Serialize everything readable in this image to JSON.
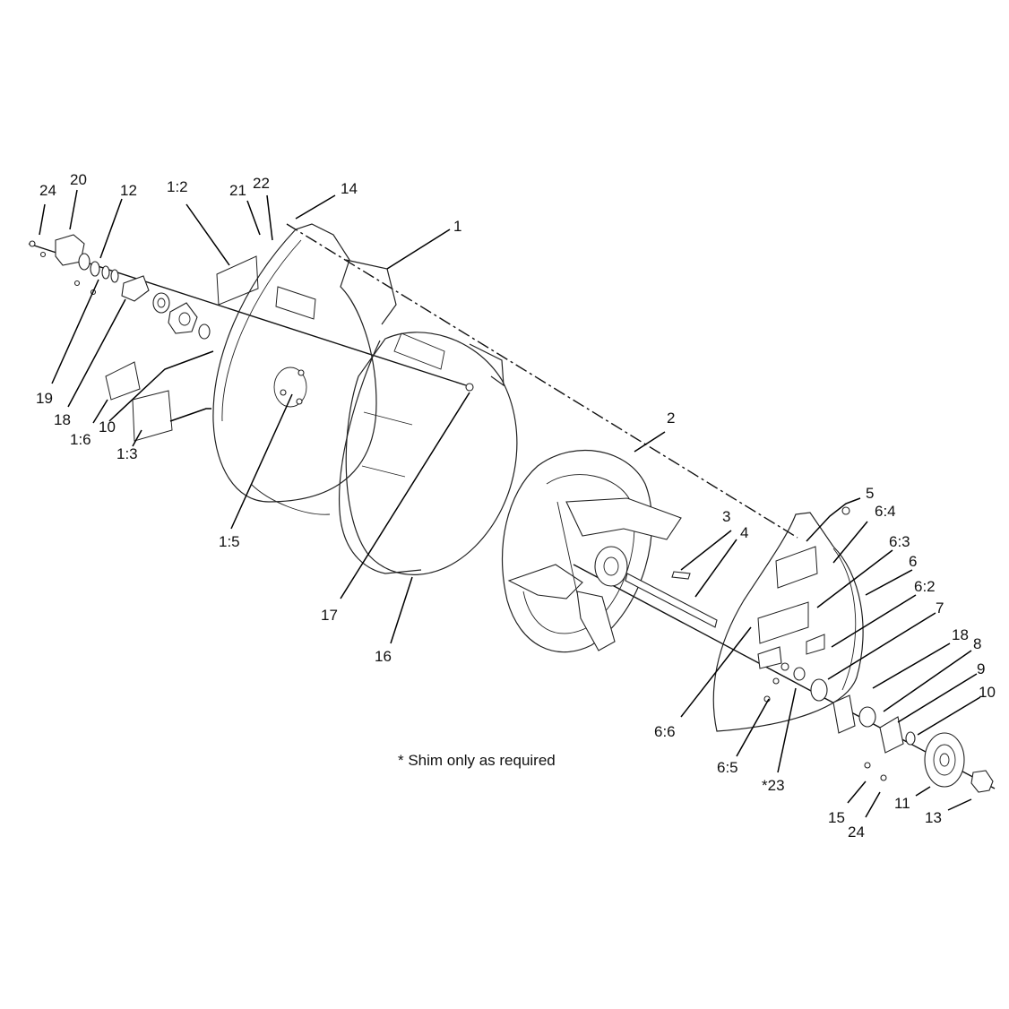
{
  "diagram": {
    "note": "* Shim only as required",
    "callouts": {
      "c24a": "24",
      "c20": "20",
      "c12": "12",
      "c1_2": "1:2",
      "c21": "21",
      "c22": "22",
      "c14": "14",
      "c1": "1",
      "c19": "19",
      "c18a": "18",
      "c1_6": "1:6",
      "c10a": "10",
      "c1_3": "1:3",
      "c1_5": "1:5",
      "c17": "17",
      "c16": "16",
      "c2": "2",
      "c5": "5",
      "c6_4": "6:4",
      "c3": "3",
      "c4": "4",
      "c6_3": "6:3",
      "c6": "6",
      "c6_2": "6:2",
      "c7": "7",
      "c18b": "18",
      "c8": "8",
      "c9": "9",
      "c10b": "10",
      "c6_6": "6:6",
      "c6_5": "6:5",
      "c23": "*23",
      "c15": "15",
      "c24b": "24",
      "c11": "11",
      "c13": "13"
    }
  }
}
